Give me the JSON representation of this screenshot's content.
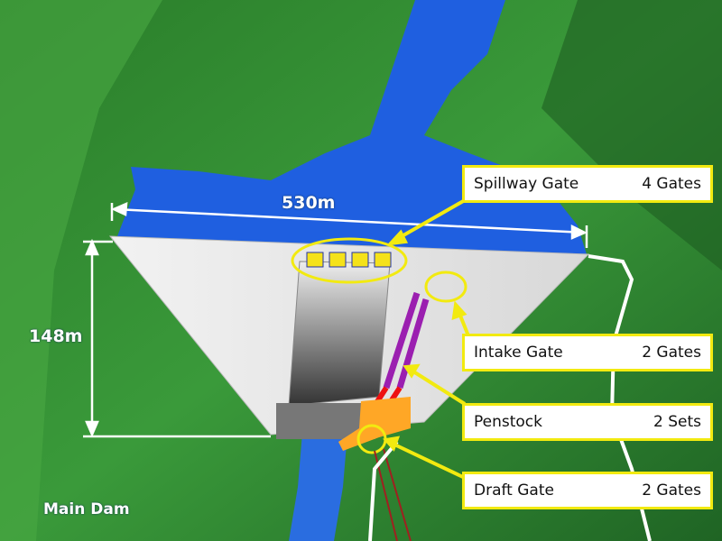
{
  "title": "Main Dam",
  "dimensions": {
    "width": "530m",
    "height": "148m"
  },
  "labels": [
    {
      "name": "Spillway Gate",
      "count": "4 Gates"
    },
    {
      "name": "Intake Gate",
      "count": "2 Gates"
    },
    {
      "name": "Penstock",
      "count": "2 Sets"
    },
    {
      "name": "Draft Gate",
      "count": "2 Gates"
    }
  ],
  "colors": {
    "water": "#1f5fe0",
    "forest": "#2f7a2e",
    "callout": "#f2ea10",
    "penstock": "#9b1fb0",
    "gate": "#f5e21a"
  }
}
